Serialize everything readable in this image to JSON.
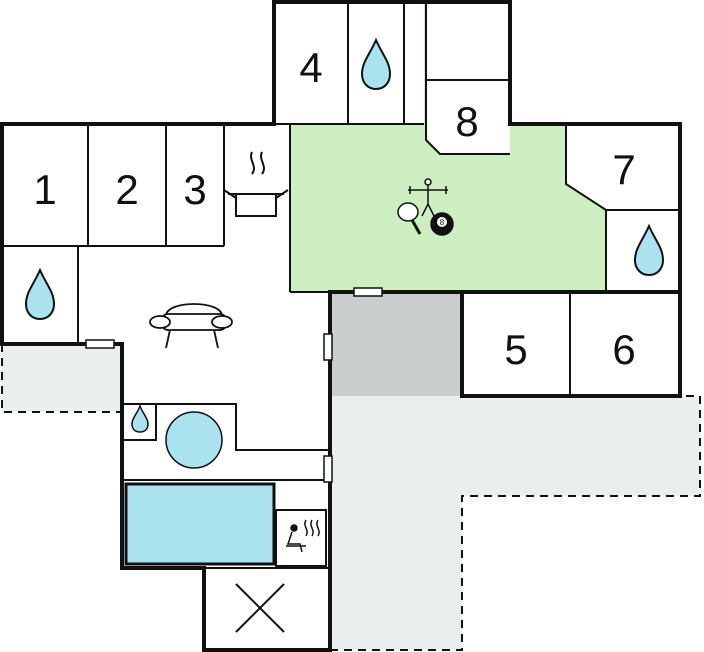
{
  "rooms": {
    "r1": "1",
    "r2": "2",
    "r3": "3",
    "r4": "4",
    "r5": "5",
    "r6": "6",
    "r7": "7",
    "r8": "8"
  },
  "icons": {
    "water": "water-drop-icon",
    "kitchen": "cooking-pot-icon",
    "sofa": "sofa-icon",
    "games": "table-football-ping-pong-billiards-icon",
    "sauna": "sauna-icon",
    "whirlpool": "whirlpool-icon",
    "pool": "pool-icon",
    "technical": "technical-room-icon"
  },
  "billiard_ball_label": "8",
  "colors": {
    "activity_room": "#cdeec0",
    "terrace": "#e9eeee",
    "utility_room": "#c9cece",
    "water": "#aae3ef",
    "wall": "#111111"
  }
}
